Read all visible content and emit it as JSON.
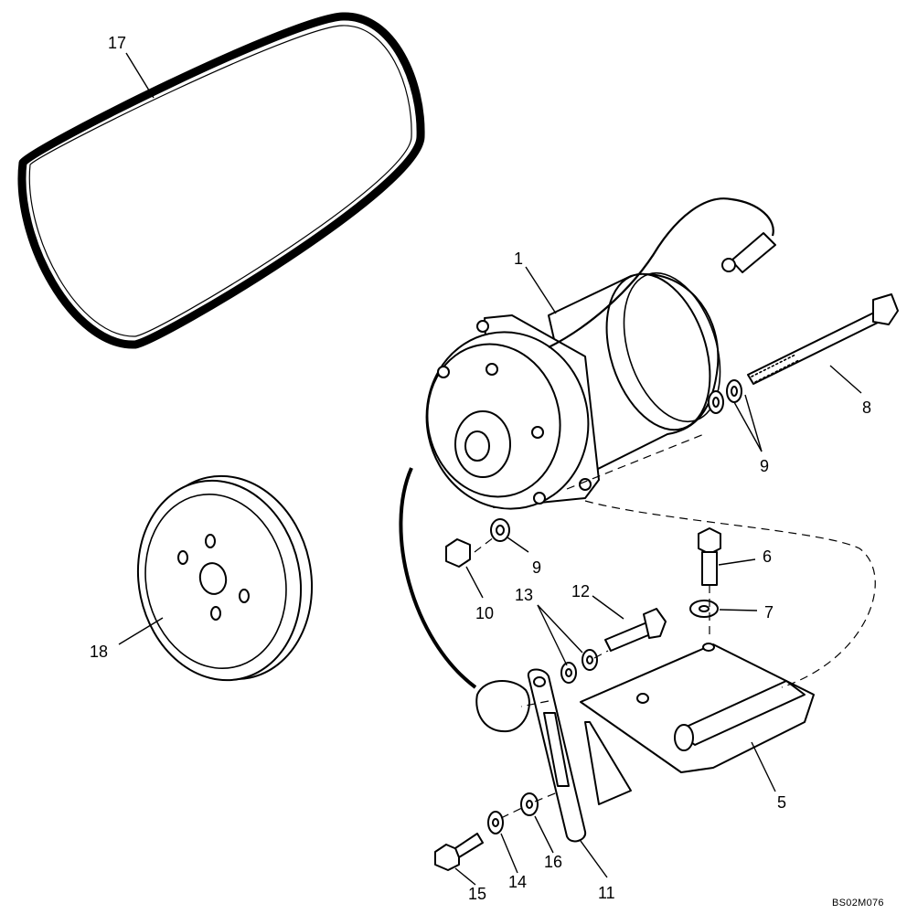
{
  "diagram": {
    "reference_code": "BS02M076",
    "callouts": {
      "compressor": "1",
      "mounting_bracket": "5",
      "bolt_upper": "6",
      "washer_upper": "7",
      "long_bolt": "8",
      "washers_pair": "9",
      "washer_single": "9",
      "nut": "10",
      "adjusting_strap": "11",
      "bolt_strap": "12",
      "washers_strap": "13",
      "lock_washer": "14",
      "bolt_lower": "15",
      "flat_washer": "16",
      "drive_belt": "17",
      "pulley": "18"
    }
  }
}
